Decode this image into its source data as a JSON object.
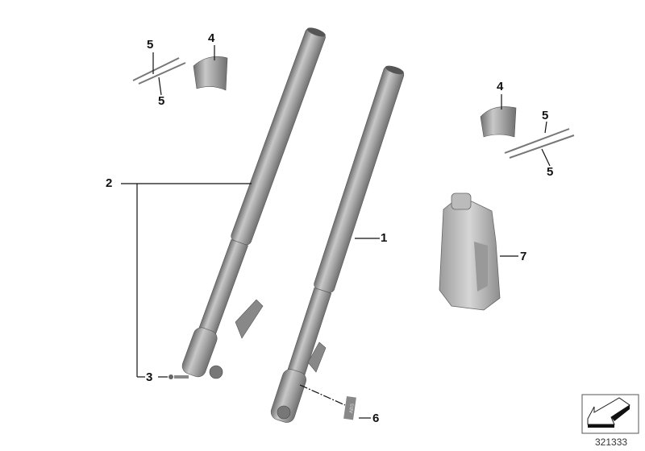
{
  "callouts": {
    "fork_right": "1",
    "fork_left": "2",
    "screw": "3",
    "clamp_left": "4",
    "clamp_right": "4",
    "cable_tie_left_top": "5",
    "cable_tie_left_bottom": "5",
    "cable_tie_right_top": "5",
    "cable_tie_right_bottom": "5",
    "abs_sticker": "6",
    "oil_bottle": "7"
  },
  "sticker_logo_text": "ABS",
  "document_number": "321333",
  "icons": {
    "navigation": "arrow-down-left-icon"
  },
  "colors": {
    "part_grey": "#9a9a9a",
    "line": "#111111"
  }
}
